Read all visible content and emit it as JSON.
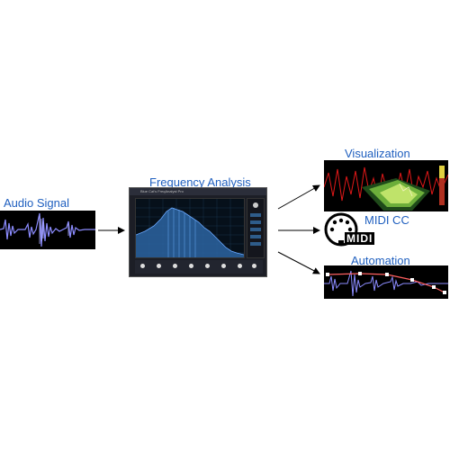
{
  "labels": {
    "audio_signal": "Audio Signal",
    "frequency_analysis": "Frequency Analysis",
    "visualization": "Visualization",
    "midi_cc": "MIDI CC",
    "automation": "Automation"
  },
  "plugin": {
    "title": "Blue Cat's FreqAnalyst Pro"
  },
  "midi_logo_text": "MIDI",
  "colors": {
    "label_blue": "#1f5fbf",
    "waveform": "#8c8cff",
    "spectrum": "#3a7ec8",
    "viz_red": "#e01818",
    "automation_line": "#ff6060"
  }
}
